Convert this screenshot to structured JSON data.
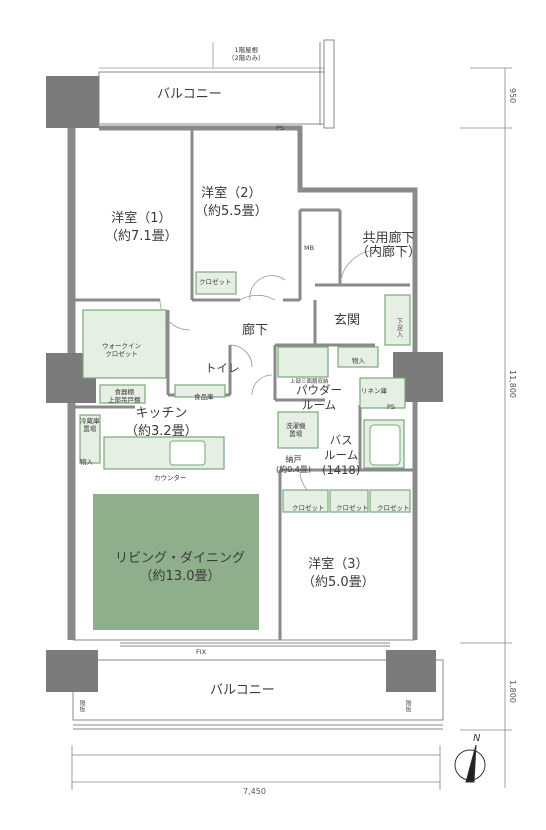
{
  "roof_note": {
    "line1": "1階屋根",
    "line2": "（2階のみ）"
  },
  "balcony_top": "バルコニー",
  "balcony_bottom": "バルコニー",
  "rooms": {
    "western1": {
      "name": "洋室（1）",
      "size": "（約7.1畳）"
    },
    "western2": {
      "name": "洋室（2）",
      "size": "（約5.5畳）"
    },
    "western3": {
      "name": "洋室（3）",
      "size": "（約5.0畳）"
    },
    "kitchen": {
      "name": "キッチン",
      "size": "（約3.2畳）"
    },
    "living": {
      "name": "リビング・ダイニング",
      "size": "（約13.0畳）"
    },
    "corridor": "廊下",
    "entrance": "玄関",
    "common_corridor": {
      "line1": "共用廊下",
      "line2": "（内廊下）"
    },
    "toilet": "トイレ",
    "powder": {
      "line1": "パウダー",
      "line2": "ルーム"
    },
    "bath": {
      "line1": "バス",
      "line2": "ルーム",
      "size": "(1418)"
    },
    "closet_storage": {
      "line1": "納戸",
      "line2": "(約0.4畳)"
    }
  },
  "small_labels": {
    "ps_top": "PS",
    "ps_mid": "PS",
    "mb": "MB",
    "closet_w2": "クロゼット",
    "walkin_line1": "ウォークイン",
    "walkin_line2": "クロゼット",
    "food_storage_line1": "食器棚",
    "food_storage_line2": "上部吊戸棚",
    "food_cabinet": "食品庫",
    "storage_entry": "物入",
    "linen": "リネン庫",
    "shoe": "下足入",
    "upper_cabinet": "上部三面鏡収納",
    "laundry_line1": "洗濯機",
    "laundry_line2": "置場",
    "storage_k": "物入",
    "fridge_line1": "冷蔵庫",
    "fridge_line2": "置場",
    "counter": "カウンター",
    "closet_a": "クロゼット",
    "closet_b": "クロゼット",
    "closet_c": "クロゼット",
    "fix": "FIX",
    "rail_left": "隔板",
    "rail_right": "隔板"
  },
  "dimensions": {
    "top": "950",
    "middle": "11,800",
    "bottom": "1,800",
    "width": "7,450"
  },
  "north_label": "N",
  "colors": {
    "living_fill": "#8fae8c",
    "wall": "#8a8a8a",
    "fixture": "#7aa878"
  }
}
